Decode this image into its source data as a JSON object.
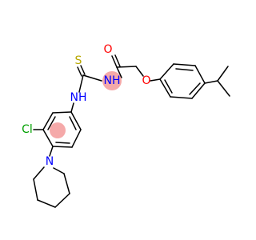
{
  "colors": {
    "carbon_bond": "#000000",
    "oxygen": "#ff0000",
    "nitrogen": "#0000ff",
    "sulfur": "#b8a800",
    "chlorine": "#00a000",
    "highlight": "#f4a0a0"
  },
  "atoms": {
    "sulfur": "S",
    "carbonyl_oxygen": "O",
    "amide_nh": "NH",
    "thiourea_nh": "NH",
    "ether_oxygen": "O",
    "chlorine": "Cl",
    "piperidine_nitrogen": "N"
  }
}
